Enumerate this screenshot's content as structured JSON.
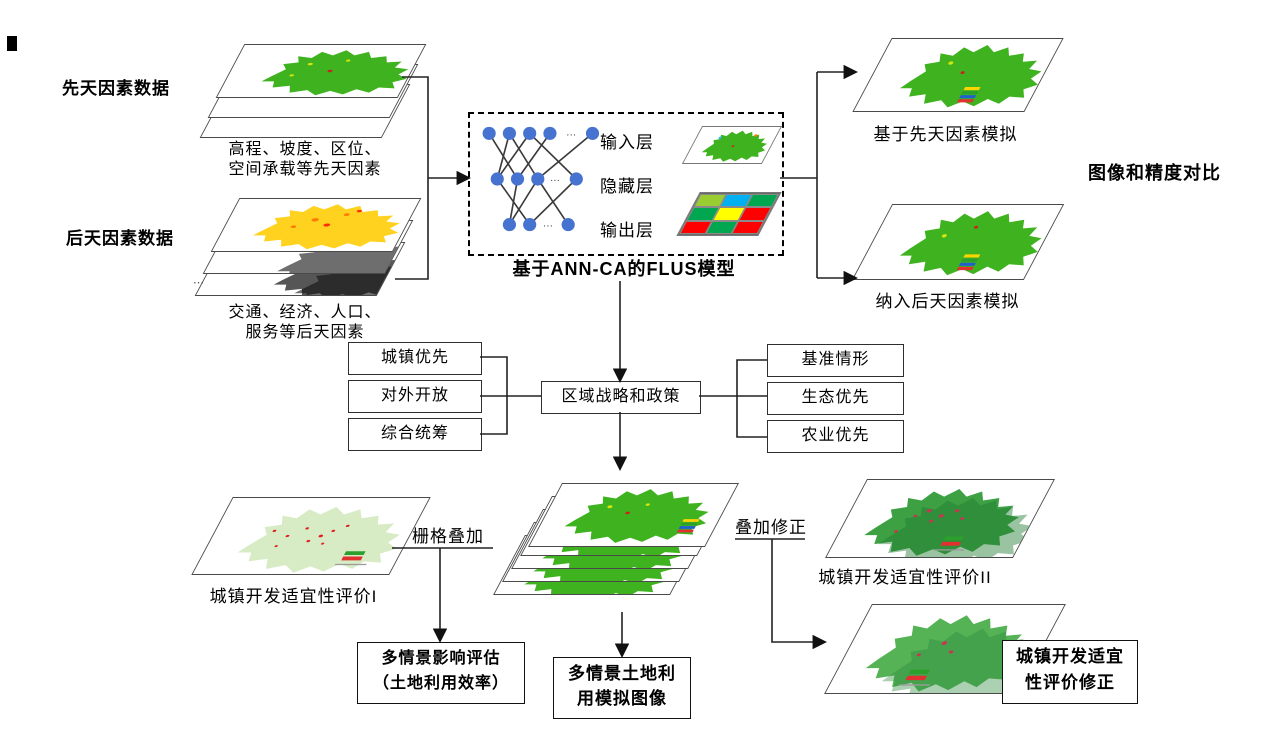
{
  "flowchart": {
    "innate": {
      "title": "先天因素数据",
      "caption1": "高程、坡度、区位、",
      "caption2": "空间承载等先天因素"
    },
    "acquired": {
      "title": "后天因素数据",
      "caption1": "交通、经济、人口、",
      "caption2": "服务等后天因素",
      "ellipsis": "⋯"
    },
    "flus": {
      "title": "基于ANN-CA的FLUS模型",
      "input_label": "输入层",
      "hidden_label": "隐藏层",
      "output_label": "输出层",
      "nn_dots": "···",
      "node_color": "#4673cf",
      "grid_cells": [
        "#9acd32",
        "#00b0f0",
        "#00a650",
        "#00a650",
        "#ffff00",
        "#fe0000",
        "#fe0000",
        "#00a650",
        "#fe0000"
      ]
    },
    "results": {
      "innate_caption": "基于先天因素模拟",
      "acquired_caption": "纳入后天因素模拟",
      "compare_label": "图像和精度对比"
    },
    "policy": {
      "center": "区域战略和政策",
      "left": [
        "城镇优先",
        "对外开放",
        "综合统筹"
      ],
      "right": [
        "基准情形",
        "生态优先",
        "农业优先"
      ]
    },
    "bottom": {
      "suit1_caption": "城镇开发适宜性评价I",
      "raster_label": "栅格叠加",
      "impact_line1": "多情景影响评估",
      "impact_line2": "（土地利用效率）",
      "sim_line1": "多情景土地利",
      "sim_line2": "用模拟图像",
      "overlay_label": "叠加修正",
      "suit2_caption": "城镇开发适宜性评价II",
      "fix_line1": "城镇开发适宜",
      "fix_line2": "性评价修正"
    },
    "colors": {
      "map_green": "#3fb31f",
      "map_yellow": "#ffd21f",
      "map_gray": "#3f3f3f",
      "map_pale_green": "#d7ebc5",
      "map_dark_green": "#3da144",
      "map_fixed_green": "#55b355",
      "speckle_red": "#e02020"
    }
  }
}
